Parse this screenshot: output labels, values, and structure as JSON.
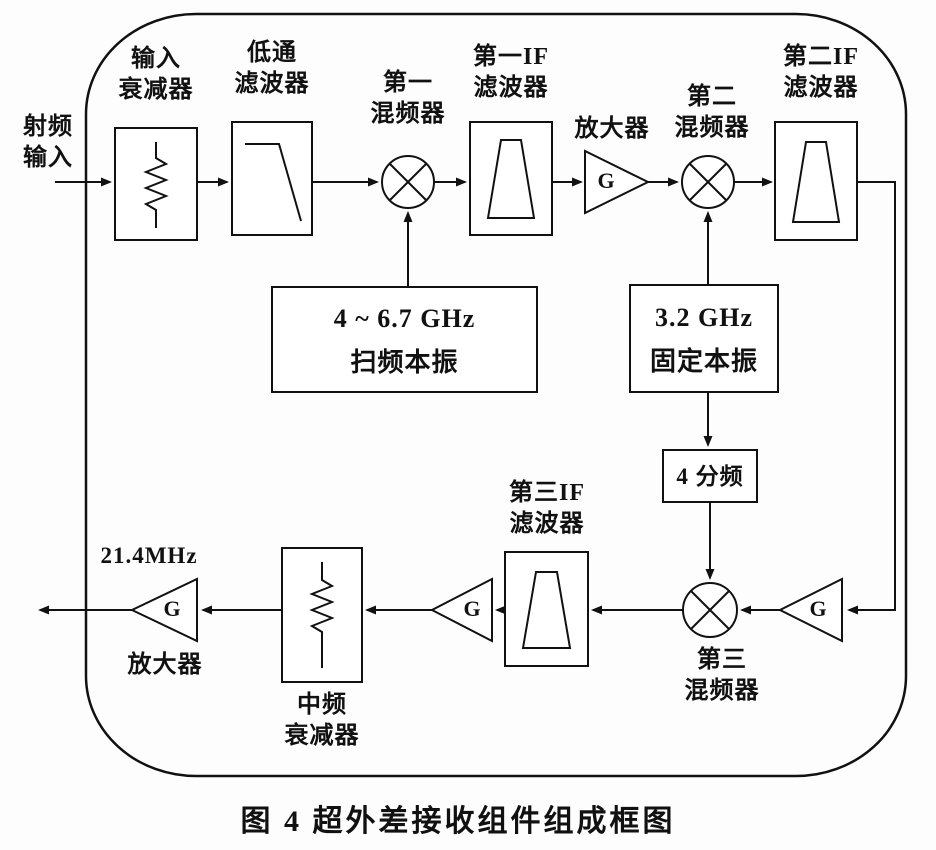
{
  "figure": {
    "caption": "图 4  超外差接收组件组成框图"
  },
  "labels": {
    "rf_input": "射频\n输入",
    "input_attenuator": "输入\n衰减器",
    "low_pass_filter": "低通\n滤波器",
    "first_mixer": "第一\n混频器",
    "first_if_filter": "第一IF\n滤波器",
    "amplifier": "放大器",
    "second_mixer": "第二\n混频器",
    "second_if_filter": "第二IF\n滤波器",
    "sweep_lo": "4 ~ 6.7 GHz\n扫频本振",
    "fixed_lo": "3.2 GHz\n固定本振",
    "divide_by_4": "4 分频",
    "third_mixer": "第三\n混频器",
    "third_if_filter": "第三IF\n滤波器",
    "if_attenuator": "中频\n衰减器",
    "output_amplifier": "放大器",
    "output_frequency": "21.4MHz",
    "gain": "G"
  },
  "colors": {
    "stroke": "#111111",
    "background": "#fdfdfd"
  }
}
